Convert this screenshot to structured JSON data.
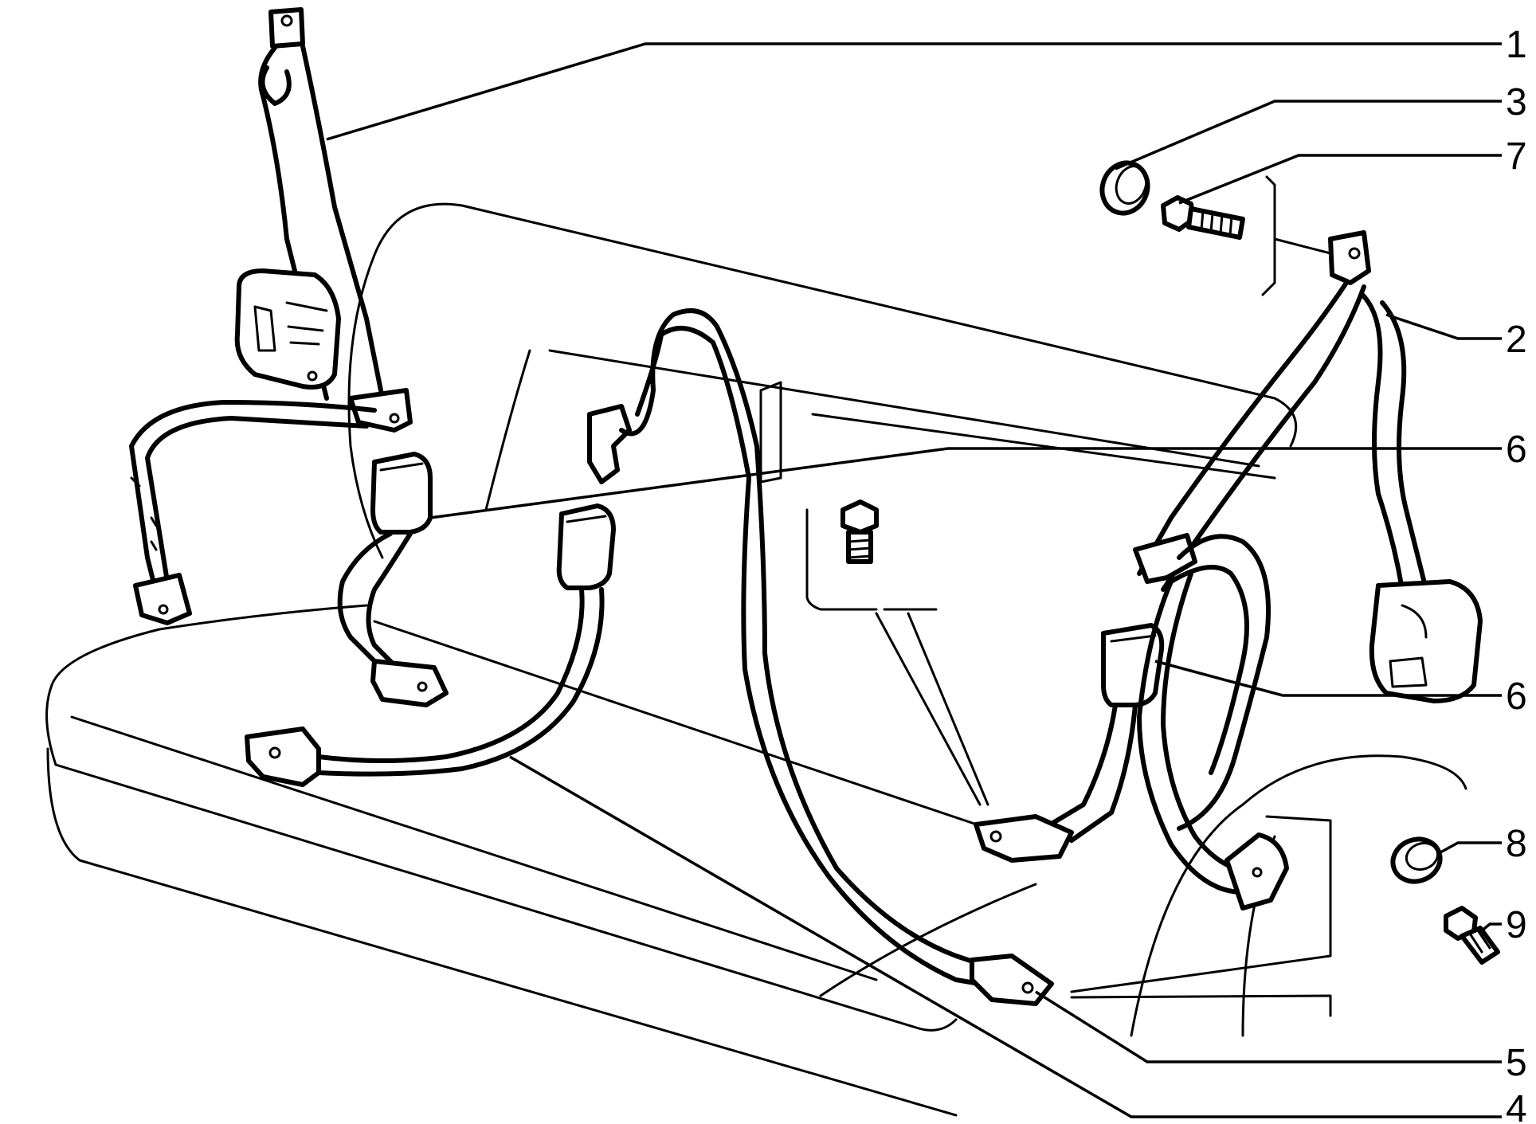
{
  "callouts": [
    {
      "id": "c1",
      "text": "1"
    },
    {
      "id": "c3",
      "text": "3"
    },
    {
      "id": "c7",
      "text": "7"
    },
    {
      "id": "c2",
      "text": "2"
    },
    {
      "id": "c6a",
      "text": "6"
    },
    {
      "id": "c6b",
      "text": "6"
    },
    {
      "id": "c8",
      "text": "8"
    },
    {
      "id": "c9",
      "text": "9"
    },
    {
      "id": "c5",
      "text": "5"
    },
    {
      "id": "c4",
      "text": "4"
    }
  ]
}
